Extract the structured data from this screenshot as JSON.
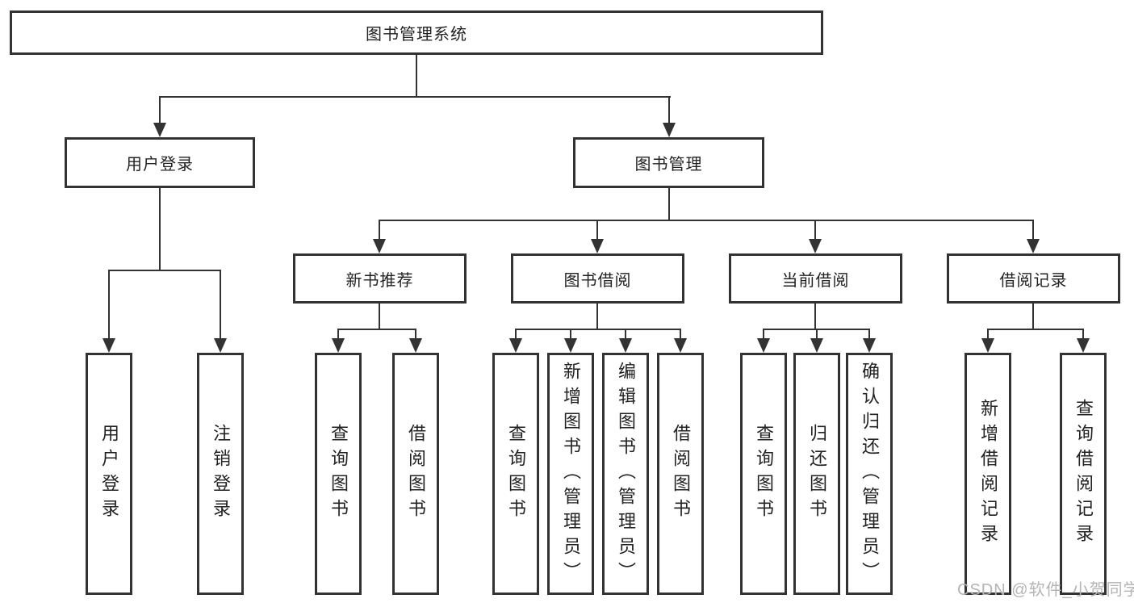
{
  "diagram": {
    "root": {
      "label": "图书管理系统"
    },
    "level2": [
      {
        "label": "用户登录"
      },
      {
        "label": "图书管理"
      }
    ],
    "level3": [
      {
        "label": "新书推荐"
      },
      {
        "label": "图书借阅"
      },
      {
        "label": "当前借阅"
      },
      {
        "label": "借阅记录"
      }
    ],
    "leaves": {
      "login": [
        {
          "label": "用户登录"
        },
        {
          "label": "注销登录"
        }
      ],
      "newbook": [
        {
          "label": "查询图书"
        },
        {
          "label": "借阅图书"
        }
      ],
      "borrow": [
        {
          "label": "查询图书"
        },
        {
          "label": "新增图书（管理员）"
        },
        {
          "label": "编辑图书（管理员）"
        },
        {
          "label": "借阅图书"
        }
      ],
      "current": [
        {
          "label": "查询图书"
        },
        {
          "label": "归还图书"
        },
        {
          "label": "确认归还（管理员）"
        }
      ],
      "records": [
        {
          "label": "新增借阅记录"
        },
        {
          "label": "查询借阅记录"
        }
      ]
    },
    "colors": {
      "line": "#333333",
      "box_border": "#333333",
      "text": "#222222",
      "watermark": "#b4b4b4",
      "background": "#ffffff"
    }
  },
  "watermark": {
    "text": "CSDN @软件_小贺同学"
  }
}
